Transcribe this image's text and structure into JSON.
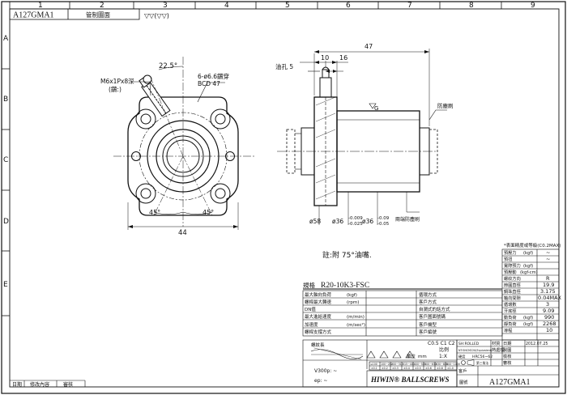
{
  "drawing": {
    "code": "A127GMA1",
    "header_cell": "管制圖面",
    "surface_symbol": "▽▽(▽▽)",
    "col_numbers": [
      "1",
      "2",
      "3",
      "4",
      "5",
      "6",
      "7",
      "8",
      "9"
    ],
    "row_letters": [
      "A",
      "B",
      "C",
      "D",
      "E"
    ],
    "brand": "HIWIN® BALLSCREWS"
  },
  "front_view": {
    "angle_top": "22.5°",
    "grease_fitting": "M6x1Px8深",
    "grease_fitting_note": "(鑽:)",
    "holes": "6-ø6.6鑽穿",
    "bcd": "BCD 47",
    "angle_left": "45°",
    "angle_right": "45°",
    "width": "44"
  },
  "side_view": {
    "overall_length": "47",
    "dim_16": "16",
    "dim_10": "10",
    "oil_hole": "油孔 5",
    "seal_label": "防塵刷",
    "gc_mark": "G",
    "diam_58": "ø58",
    "diam_36a": "ø36",
    "tol_36a": [
      "-0.009",
      "-0.025"
    ],
    "diam_36b": "ø36",
    "tol_36b": [
      "-0.09",
      "-0.05"
    ],
    "bottom_note": "兩端防塵刷"
  },
  "note": "註:附 75°油嘴.",
  "spec": {
    "model_label": "規格",
    "model": "R20-10K3-FSC",
    "left_rows": [
      {
        "label": "最大軸向負荷",
        "unit": "(kgf)",
        "mid": "循環方式"
      },
      {
        "label": "螺桿最大轉速",
        "unit": "(rpm)",
        "mid": "客戶方式"
      },
      {
        "label": "DN值",
        "unit": "",
        "mid": "自潤式的話方式"
      },
      {
        "label": "最大進給速度",
        "unit": "(m/min)",
        "mid": "客戶圖面號碼"
      },
      {
        "label": "加速度",
        "unit": "(m/sec²)",
        "mid": "客戶機型"
      },
      {
        "label": "螺桿支撐方式",
        "unit": "",
        "mid": "客戶編號"
      }
    ],
    "right_header": "*表面精度或等級(C0.2MAX)",
    "right_rows": [
      {
        "label": "預壓力",
        "unit": "(kgf)",
        "value": "~"
      },
      {
        "label": "預扭",
        "unit": "",
        "value": "~"
      },
      {
        "label": "實際預力",
        "unit": "(kgf)",
        "value": ""
      },
      {
        "label": "預壓動",
        "unit": "(kgf-cm)",
        "value": ""
      },
      {
        "label": "螺紋方向",
        "unit": "",
        "value": "R"
      },
      {
        "label": "節圓直徑",
        "unit": "",
        "value": "19.9"
      },
      {
        "label": "鋼珠直徑",
        "unit": "",
        "value": "3.175"
      },
      {
        "label": "軸向間隙",
        "unit": "",
        "value": "0.04MAX"
      },
      {
        "label": "循環數",
        "unit": "",
        "value": "3"
      },
      {
        "label": "牙底徑",
        "unit": "",
        "value": "9.09"
      },
      {
        "label": "動負荷",
        "unit": "(kgf)",
        "value": "990"
      },
      {
        "label": "靜負荷",
        "unit": "(kgf)",
        "value": "2268"
      },
      {
        "label": "導程",
        "unit": "",
        "value": "10"
      }
    ]
  },
  "tolerance_block": {
    "title": "螺紋長",
    "classes": "C0.5 C1 C2",
    "scale_label": "比例",
    "scale_value": "1:X",
    "unit_label": "單位",
    "unit_value": "mm",
    "v_label": "V300p: ~",
    "ep_label": "ep: ~",
    "table_head": [
      "≤100",
      "100~200",
      "200~315",
      "315~400",
      "400~500",
      "500~630",
      "630~800",
      "800~1000"
    ],
    "table_row": [
      "±0.1",
      "±0.2",
      "±0.3",
      "±0.4",
      "±0.5",
      "±0.6",
      "±0.8",
      "±1.0"
    ]
  },
  "title_block": {
    "material_label": "材質",
    "material_value": "SH:ROLLED",
    "heat_label": "熱處理",
    "heat_value": "NT:SNCM220(Equivalent)",
    "hardness_label": "硬度",
    "hardness_value": "HRC56~62",
    "date_label": "日期",
    "date_value": "2012.07.25",
    "drawn_label": "製圖",
    "drawn_value": "",
    "check_label": "檢核",
    "check_value": "",
    "approve_label": "審核",
    "approve_value": "",
    "projection_label": "第三角法",
    "customer_label": "客戶",
    "drawing_no_label": "圖號",
    "drawing_no_value": "A127GMA1"
  },
  "revision_block": {
    "date": "日期",
    "content": "修改內容",
    "approver": "審核"
  }
}
